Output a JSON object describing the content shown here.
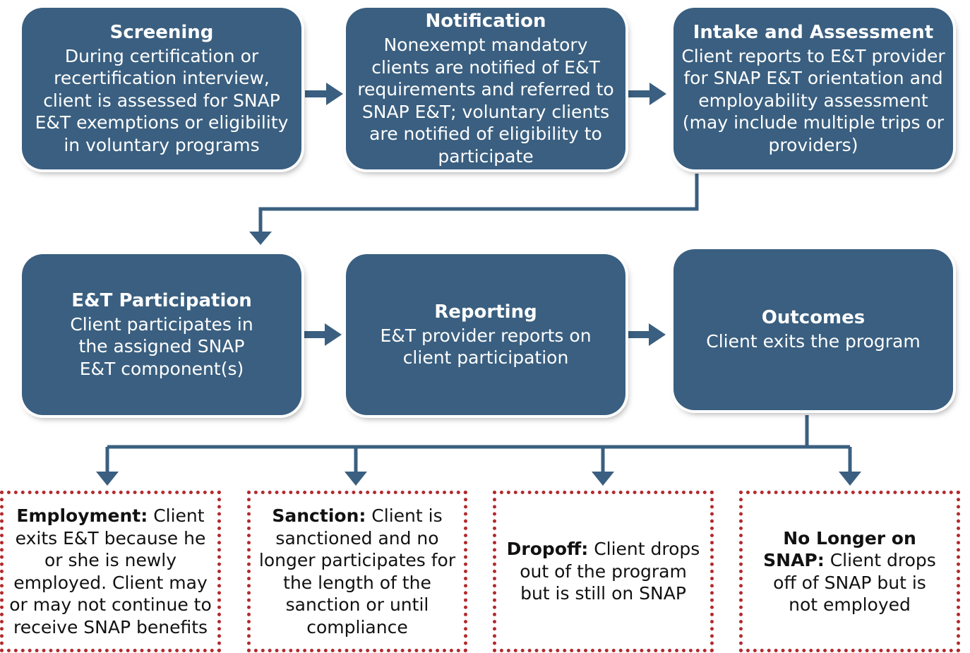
{
  "steps": [
    {
      "title": "Screening",
      "body": "During certification or recertification interview, client is assessed for SNAP E&T exemptions or eligibility in voluntary programs"
    },
    {
      "title": "Notification",
      "body": "Nonexempt mandatory clients are notified of E&T requirements and referred to SNAP E&T; voluntary clients are notified of eligibility to participate"
    },
    {
      "title": "Intake and Assessment",
      "body": "Client reports to E&T provider for SNAP E&T orientation and employability assessment (may include multiple trips or providers)"
    },
    {
      "title": "E&T Participation",
      "body": "Client participates in the assigned SNAP E&T component(s)"
    },
    {
      "title": "Reporting",
      "body": "E&T provider reports on client participation"
    },
    {
      "title": "Outcomes",
      "body": "Client exits the program"
    }
  ],
  "outcomes": [
    {
      "title": "Employment:",
      "body": " Client exits E&T because he or she is newly employed. Client may or may not continue to receive SNAP benefits"
    },
    {
      "title": "Sanction:",
      "body": " Client is sanctioned and no longer participates for the length of the sanction or until compliance"
    },
    {
      "title": "Dropoff:",
      "body": " Client drops out of the program but is still on SNAP"
    },
    {
      "title": "No Longer on SNAP:",
      "body": " Client drops off of SNAP but is not employed"
    }
  ],
  "colors": {
    "box": "#3a5f80",
    "connector": "#3a5f80",
    "outcome_border": "#b22a2e"
  }
}
